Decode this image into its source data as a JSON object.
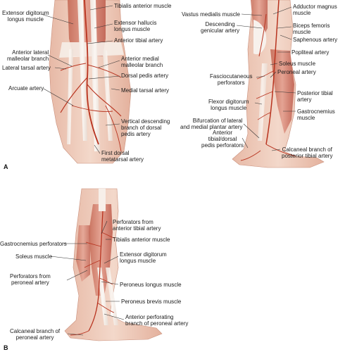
{
  "panels": {
    "a_letter": "A",
    "b_letter": "B"
  },
  "colors": {
    "skin": "#f1d2c2",
    "muscle": "#d98e7c",
    "muscle_dark": "#c46a5a",
    "tendon": "#f4ece6",
    "artery": "#b8331f",
    "bone": "#e9e0d8",
    "leader": "#333333"
  },
  "labels_a_left": {
    "extensor_digitorum": "Extensor digitorum\nlongus muscle",
    "tibialis_anterior": "Tibialis anterior muscle",
    "extensor_hallucis": "Extensor hallucis\nlongus muscle",
    "anterior_tibial_artery": "Anterior tibial artery",
    "ant_lateral_malleolar": "Anterior lateral\nmalleolar branch",
    "ant_medial_malleolar": "Anterior medial\nmalleolar branch",
    "lateral_tarsal": "Lateral tarsal artery",
    "dorsal_pedis": "Dorsal pedis artery",
    "arcuate": "Arcuate artery",
    "medial_tarsal": "Medial tarsal artery",
    "vertical_descending": "Vertical descending\nbranch of dorsal\npedis artery",
    "first_dorsal_metatarsal": "First dorsal\nmetatarsal artery"
  },
  "labels_a_right": {
    "vastus_medialis": "Vastus medialis muscle",
    "adductor_magnus": "Adductor magnus\nmuscle",
    "descending_genicular": "Descending\ngenicular artery",
    "biceps_femoris": "Biceps femoris\nmuscle",
    "saphenous": "Saphenous artery",
    "popliteal": "Popliteal artery",
    "soleus": "Soleus muscle",
    "peroneal": "Peroneal artery",
    "fasciocutaneous": "Fasciocutaneous\nperforators",
    "flexor_digitorum": "Flexor digitorum\nlongus muscle",
    "posterior_tibial": "Posterior tibial\nartery",
    "gastrocnemius": "Gastrocnemius\nmuscle",
    "bifurcation": "Bifurcation of lateral\nand medial plantar artery",
    "anterior_tibial_dorsal": "Anterior\ntibial/dorsal\npedis perforators",
    "calcaneal_posterior": "Calcaneal branch of\nposterior tibial artery"
  },
  "labels_b": {
    "gastrocnemius_perforators": "Gastrocnemius perforators",
    "perforators_anterior_tibial": "Perforators from\nanterior tibial artery",
    "tibialis_anterior": "Tibialis anterior muscle",
    "soleus": "Soleus muscle",
    "extensor_digitorum": "Extensor digitorum\nlongus muscle",
    "perforators_peroneal": "Perforators from\nperoneal artery",
    "peroneus_longus": "Peroneus longus muscle",
    "peroneus_brevis": "Peroneus brevis muscle",
    "anterior_perforating": "Anterior perforating\nbranch of peroneal artery",
    "calcaneal_peroneal": "Calcaneal branch of\nperoneal artery"
  }
}
